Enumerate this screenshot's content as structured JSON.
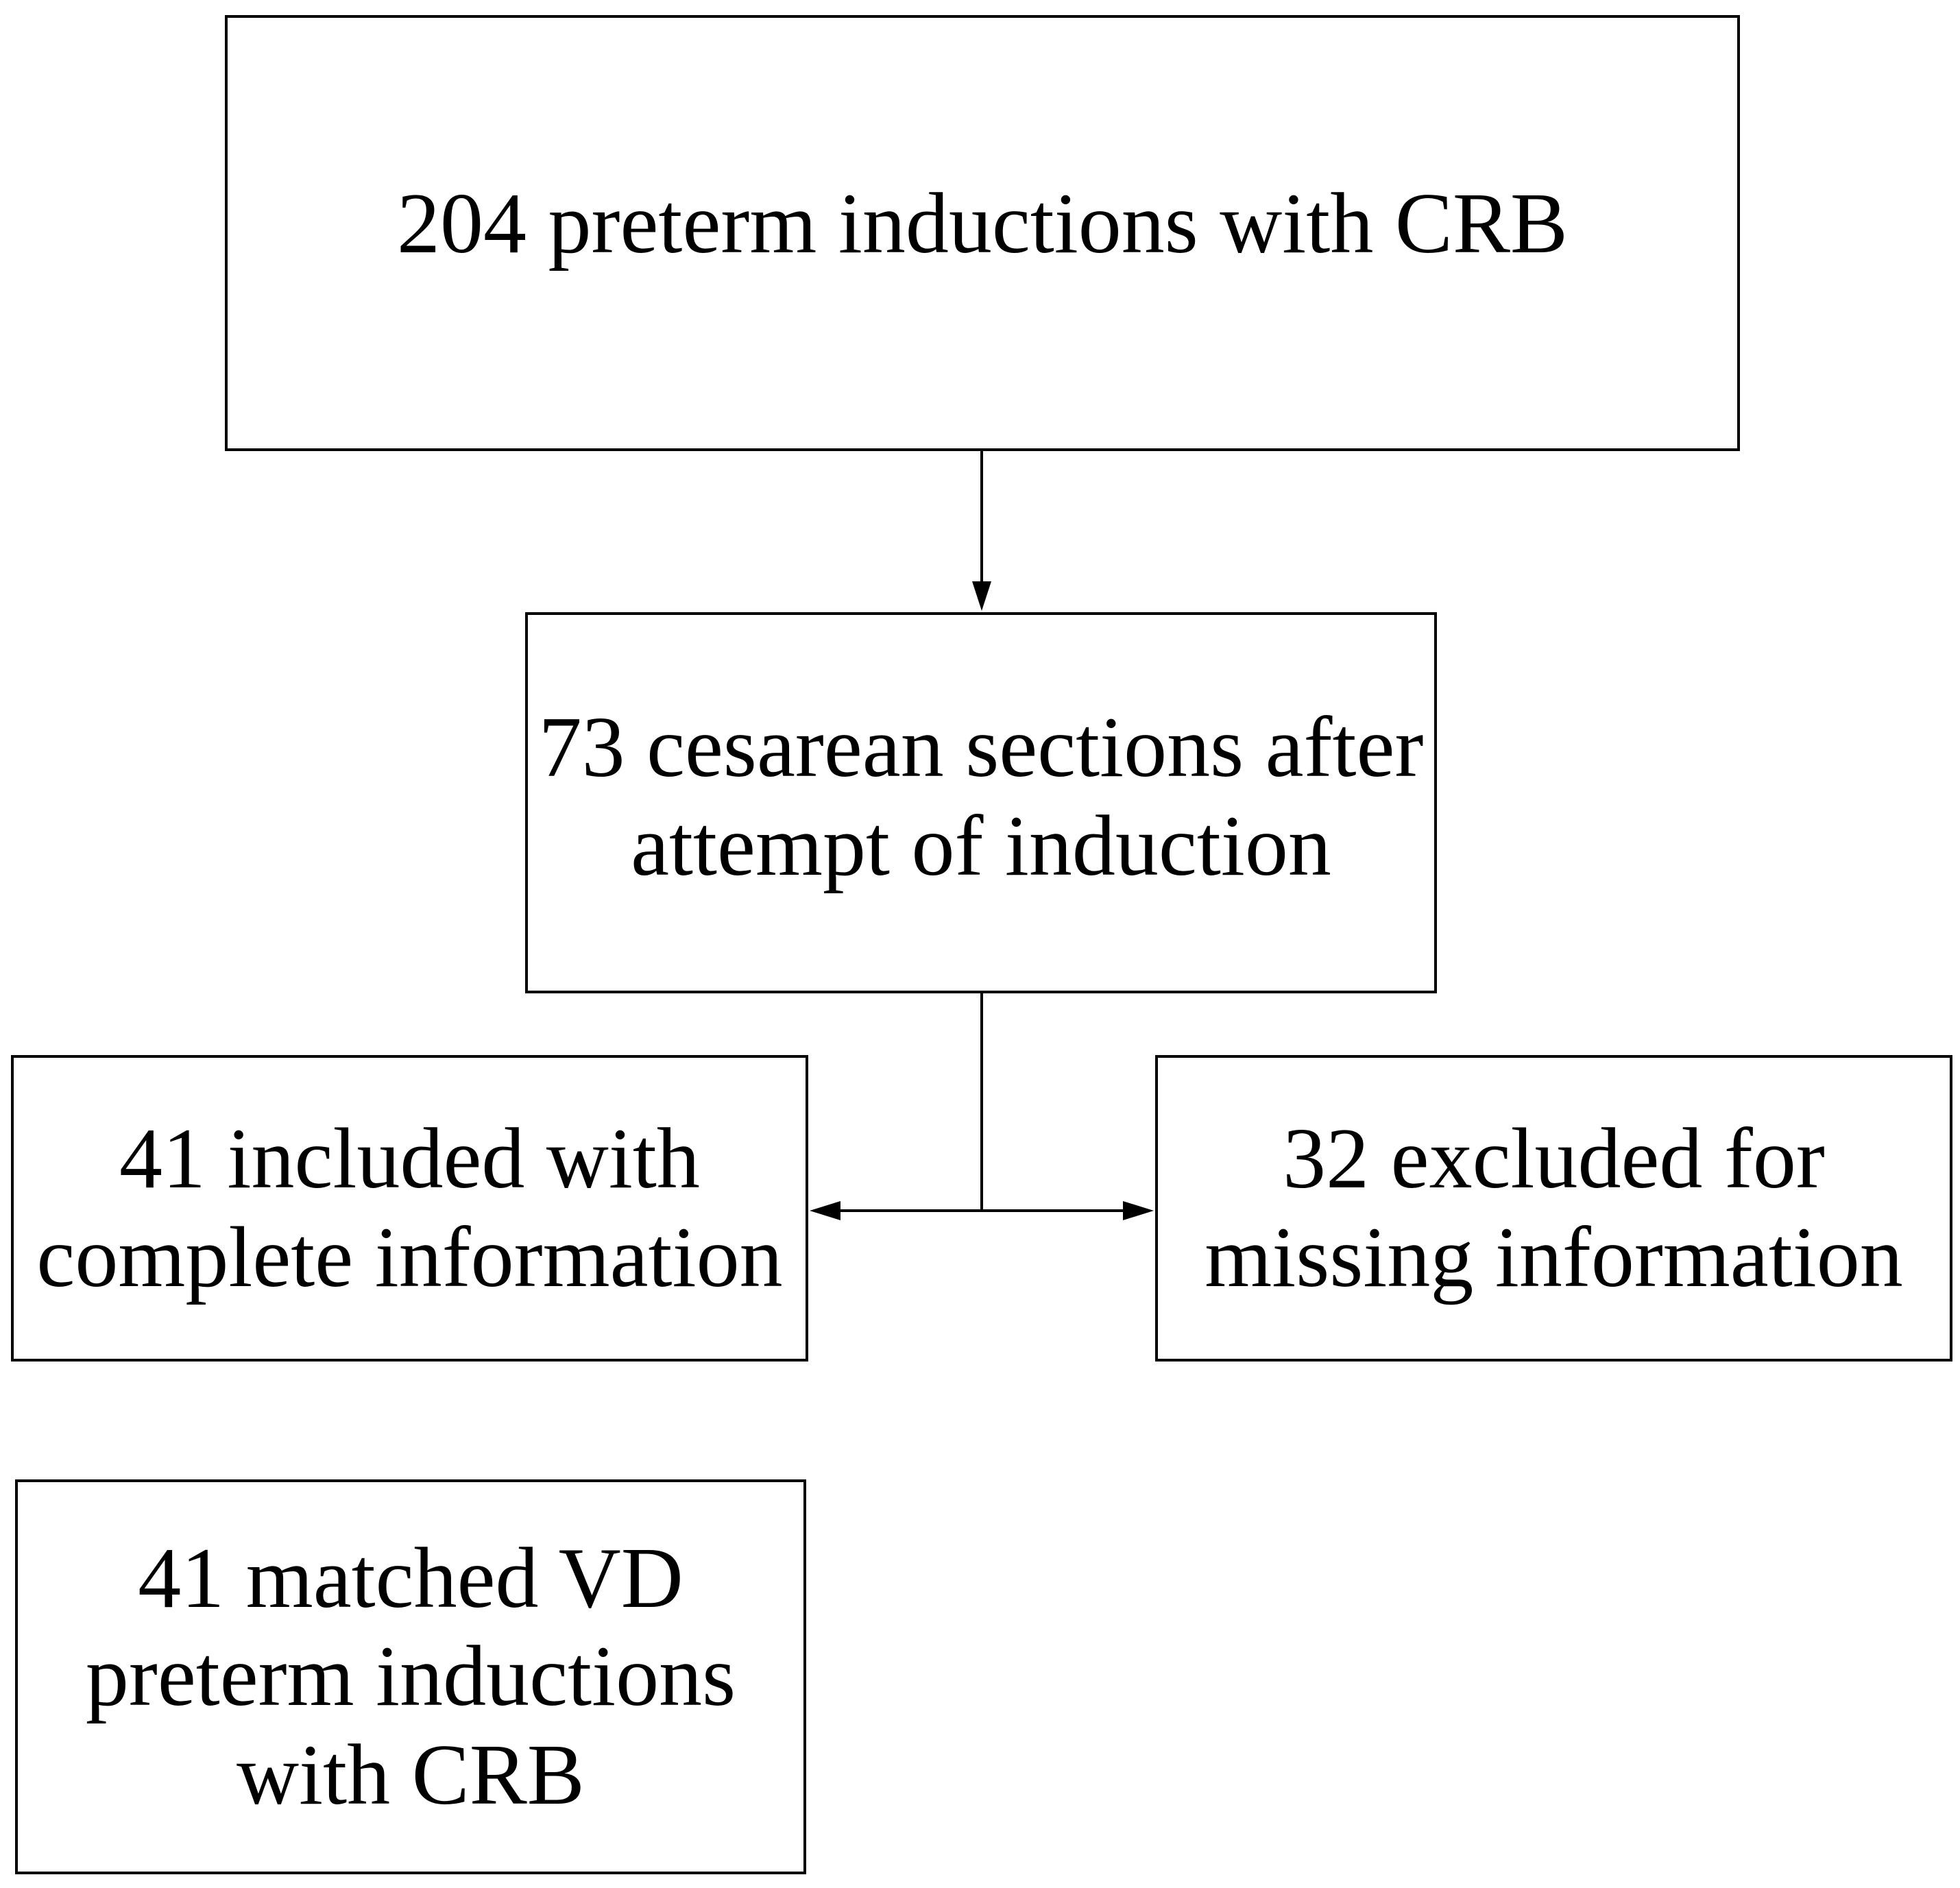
{
  "flowchart": {
    "nodes": {
      "top": "204 preterm inductions with CRB",
      "middle": "73 cesarean sections after\nattempt of induction",
      "left": "41 included with\ncomplete information",
      "right": "32 excluded for\nmissing information",
      "bottom": "41 matched VD\npreterm inductions\nwith CRB"
    },
    "edges": [
      {
        "from": "top",
        "to": "middle"
      },
      {
        "from": "middle",
        "to": "left"
      },
      {
        "from": "middle",
        "to": "right"
      }
    ]
  }
}
